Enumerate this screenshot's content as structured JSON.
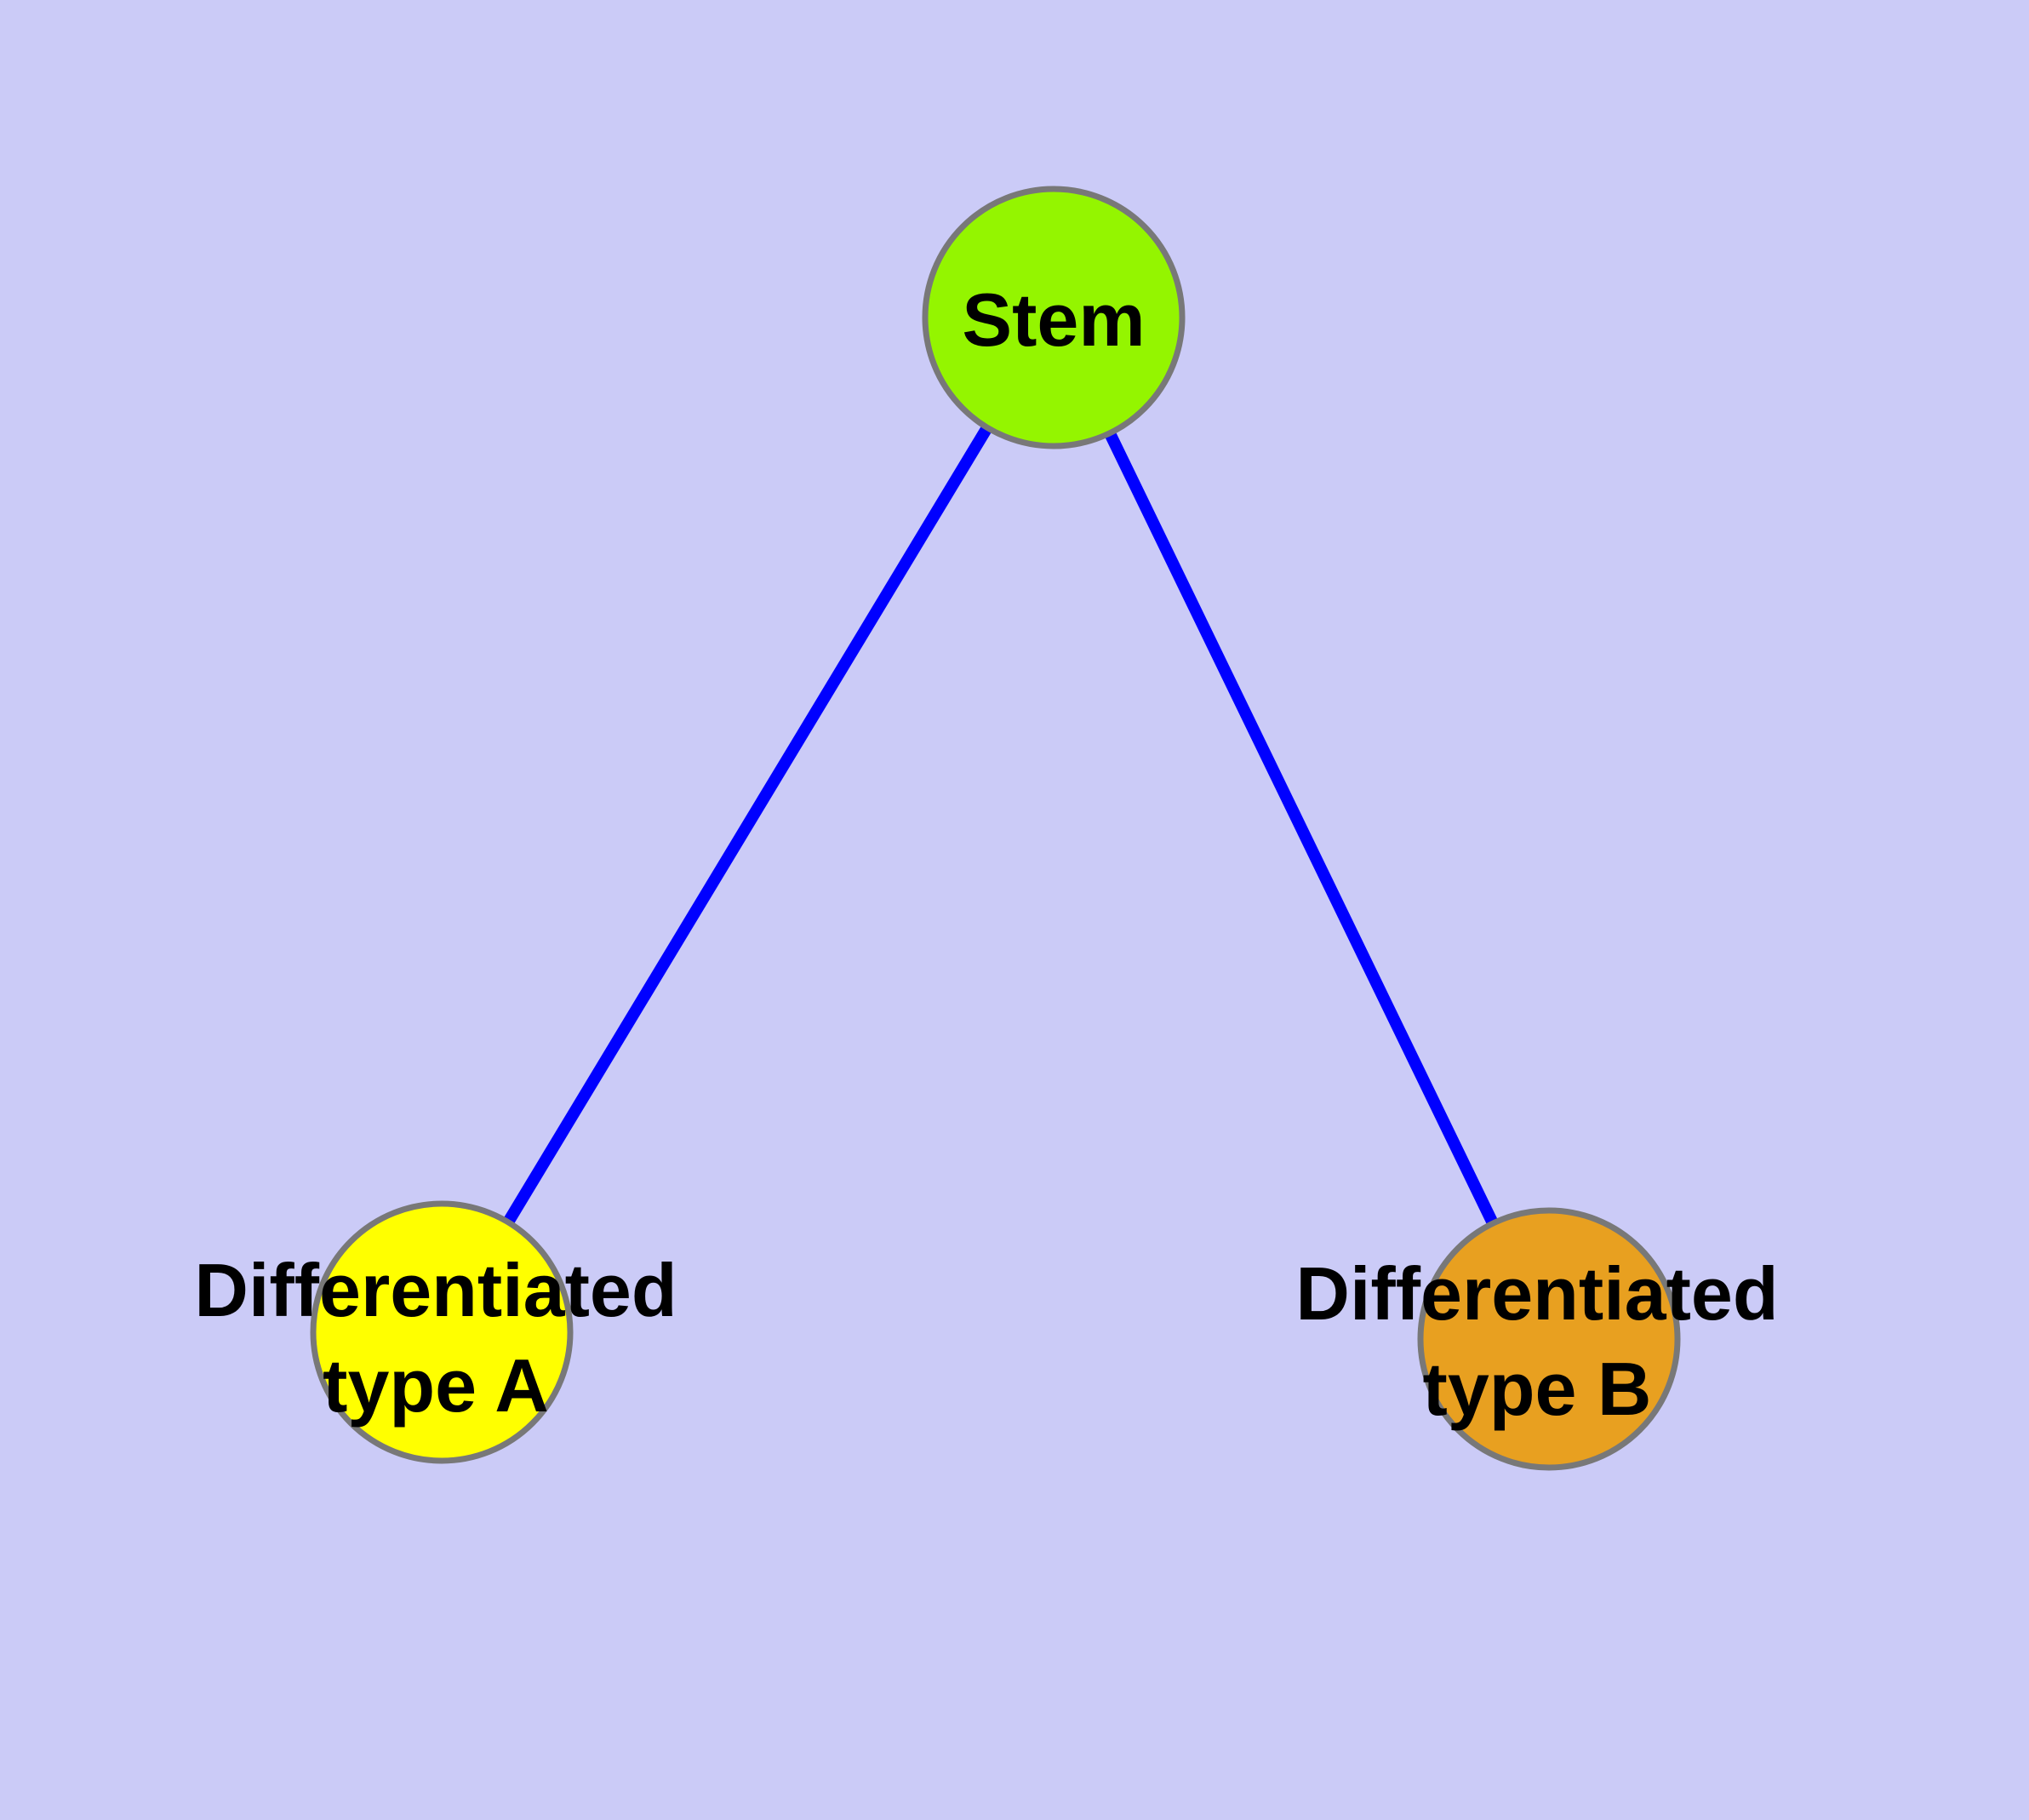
{
  "diagram": {
    "background_color": "#CBCBF7",
    "edge_color": "#0000FF",
    "node_border_color": "#787878",
    "label_color": "#000000",
    "nodes": {
      "stem": {
        "label": "Stem",
        "color": "#94F500"
      },
      "type_a": {
        "label": "Differentiated\ntype A",
        "color": "#FFFF00"
      },
      "type_b": {
        "label": "Differentiated\ntype B",
        "color": "#E8A020"
      }
    },
    "edges": [
      {
        "from": "Stem",
        "to": "Differentiated type A"
      },
      {
        "from": "Stem",
        "to": "Differentiated type B"
      }
    ]
  }
}
